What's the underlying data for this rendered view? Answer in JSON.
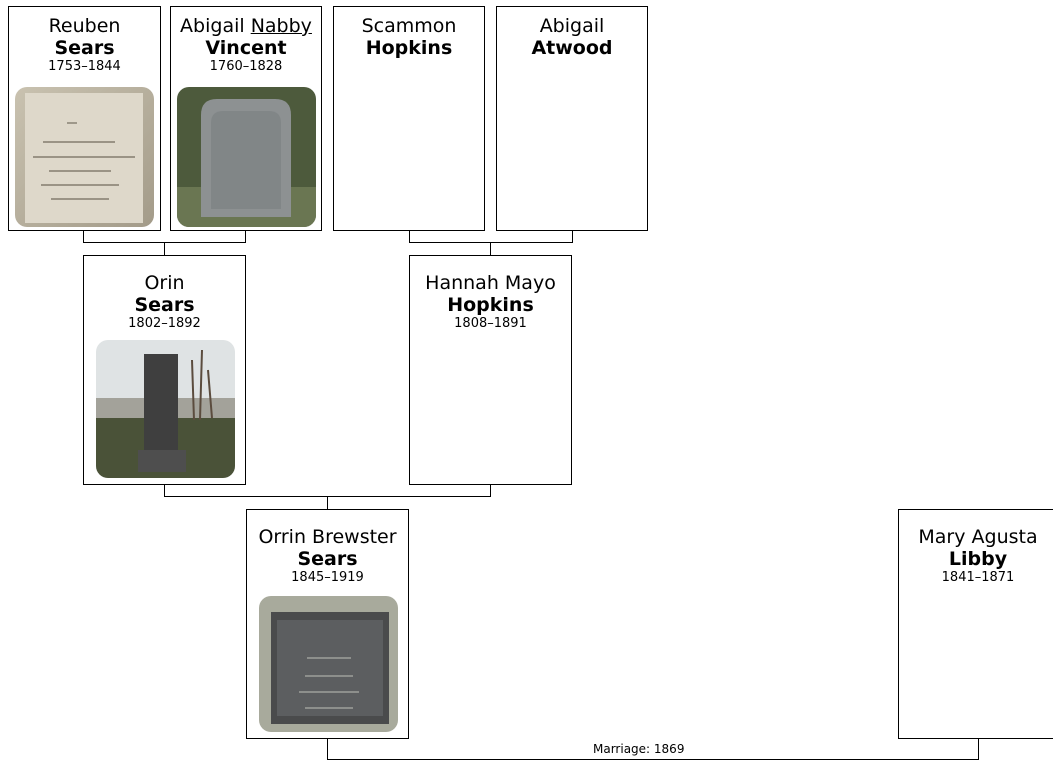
{
  "people": {
    "reuben": {
      "given": "Reuben",
      "surname": "Sears",
      "dates": "1753–1844"
    },
    "abigail_v": {
      "given": "Abigail",
      "nickname": "Nabby",
      "surname": "Vincent",
      "dates": "1760–1828"
    },
    "scammon": {
      "given": "Scammon",
      "surname": "Hopkins"
    },
    "abigail_a": {
      "given": "Abigail",
      "surname": "Atwood"
    },
    "orin": {
      "given": "Orin",
      "surname": "Sears",
      "dates": "1802–1892"
    },
    "hannah": {
      "given": "Hannah Mayo",
      "surname": "Hopkins",
      "dates": "1808–1891"
    },
    "orrin_b": {
      "given": "Orrin Brewster",
      "surname": "Sears",
      "dates": "1845–1919"
    },
    "mary": {
      "given": "Mary Agusta",
      "surname": "Libby",
      "dates": "1841–1871"
    }
  },
  "marriage": {
    "label": "Marriage: 1869"
  },
  "colors": {
    "line": "#000000",
    "card_bg": "#ffffff",
    "stone_gray": "#6f7274"
  }
}
